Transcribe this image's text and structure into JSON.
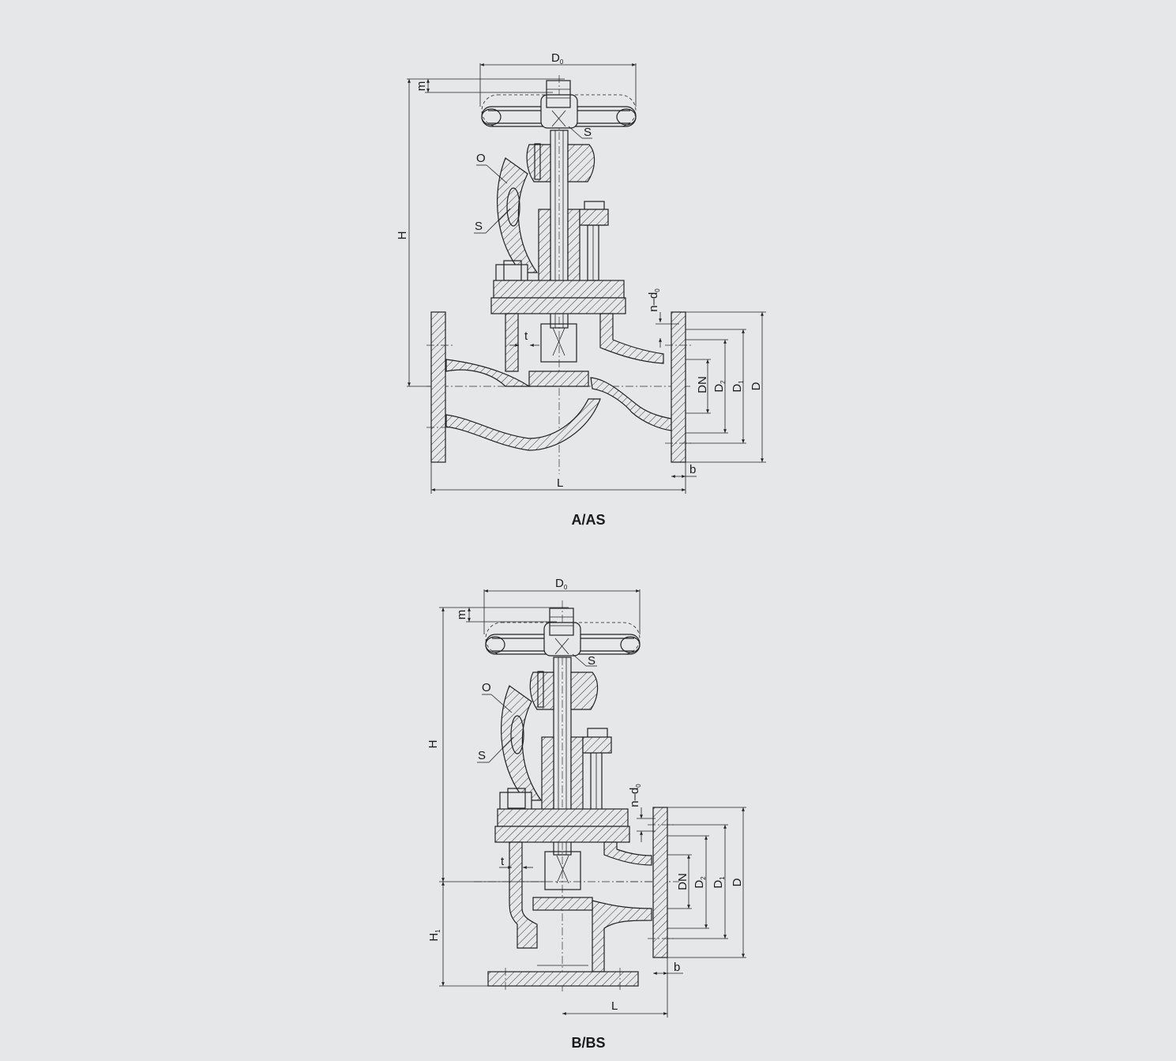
{
  "figures": [
    {
      "id": "A",
      "caption": "A/AS",
      "labels": {
        "D0": "D",
        "D0_sub": "0",
        "m": "m",
        "S_top": "S",
        "O": "O",
        "S_side": "S",
        "H": "H",
        "t": "t",
        "nd0": "n–d",
        "nd0_sub": "0",
        "DN": "DN",
        "D2": "D",
        "D2_sub": "2",
        "D1": "D",
        "D1_sub": "1",
        "D": "D",
        "b": "b",
        "L": "L"
      }
    },
    {
      "id": "B",
      "caption": "B/BS",
      "labels": {
        "D0": "D",
        "D0_sub": "0",
        "m": "m",
        "S_top": "S",
        "O": "O",
        "S_side": "S",
        "H": "H",
        "H1": "H",
        "H1_sub": "1",
        "t": "t",
        "nd0": "n–d",
        "nd0_sub": "0",
        "DN": "DN",
        "D2": "D",
        "D2_sub": "2",
        "D1": "D",
        "D1_sub": "1",
        "D": "D",
        "b": "b",
        "L": "L"
      }
    }
  ]
}
